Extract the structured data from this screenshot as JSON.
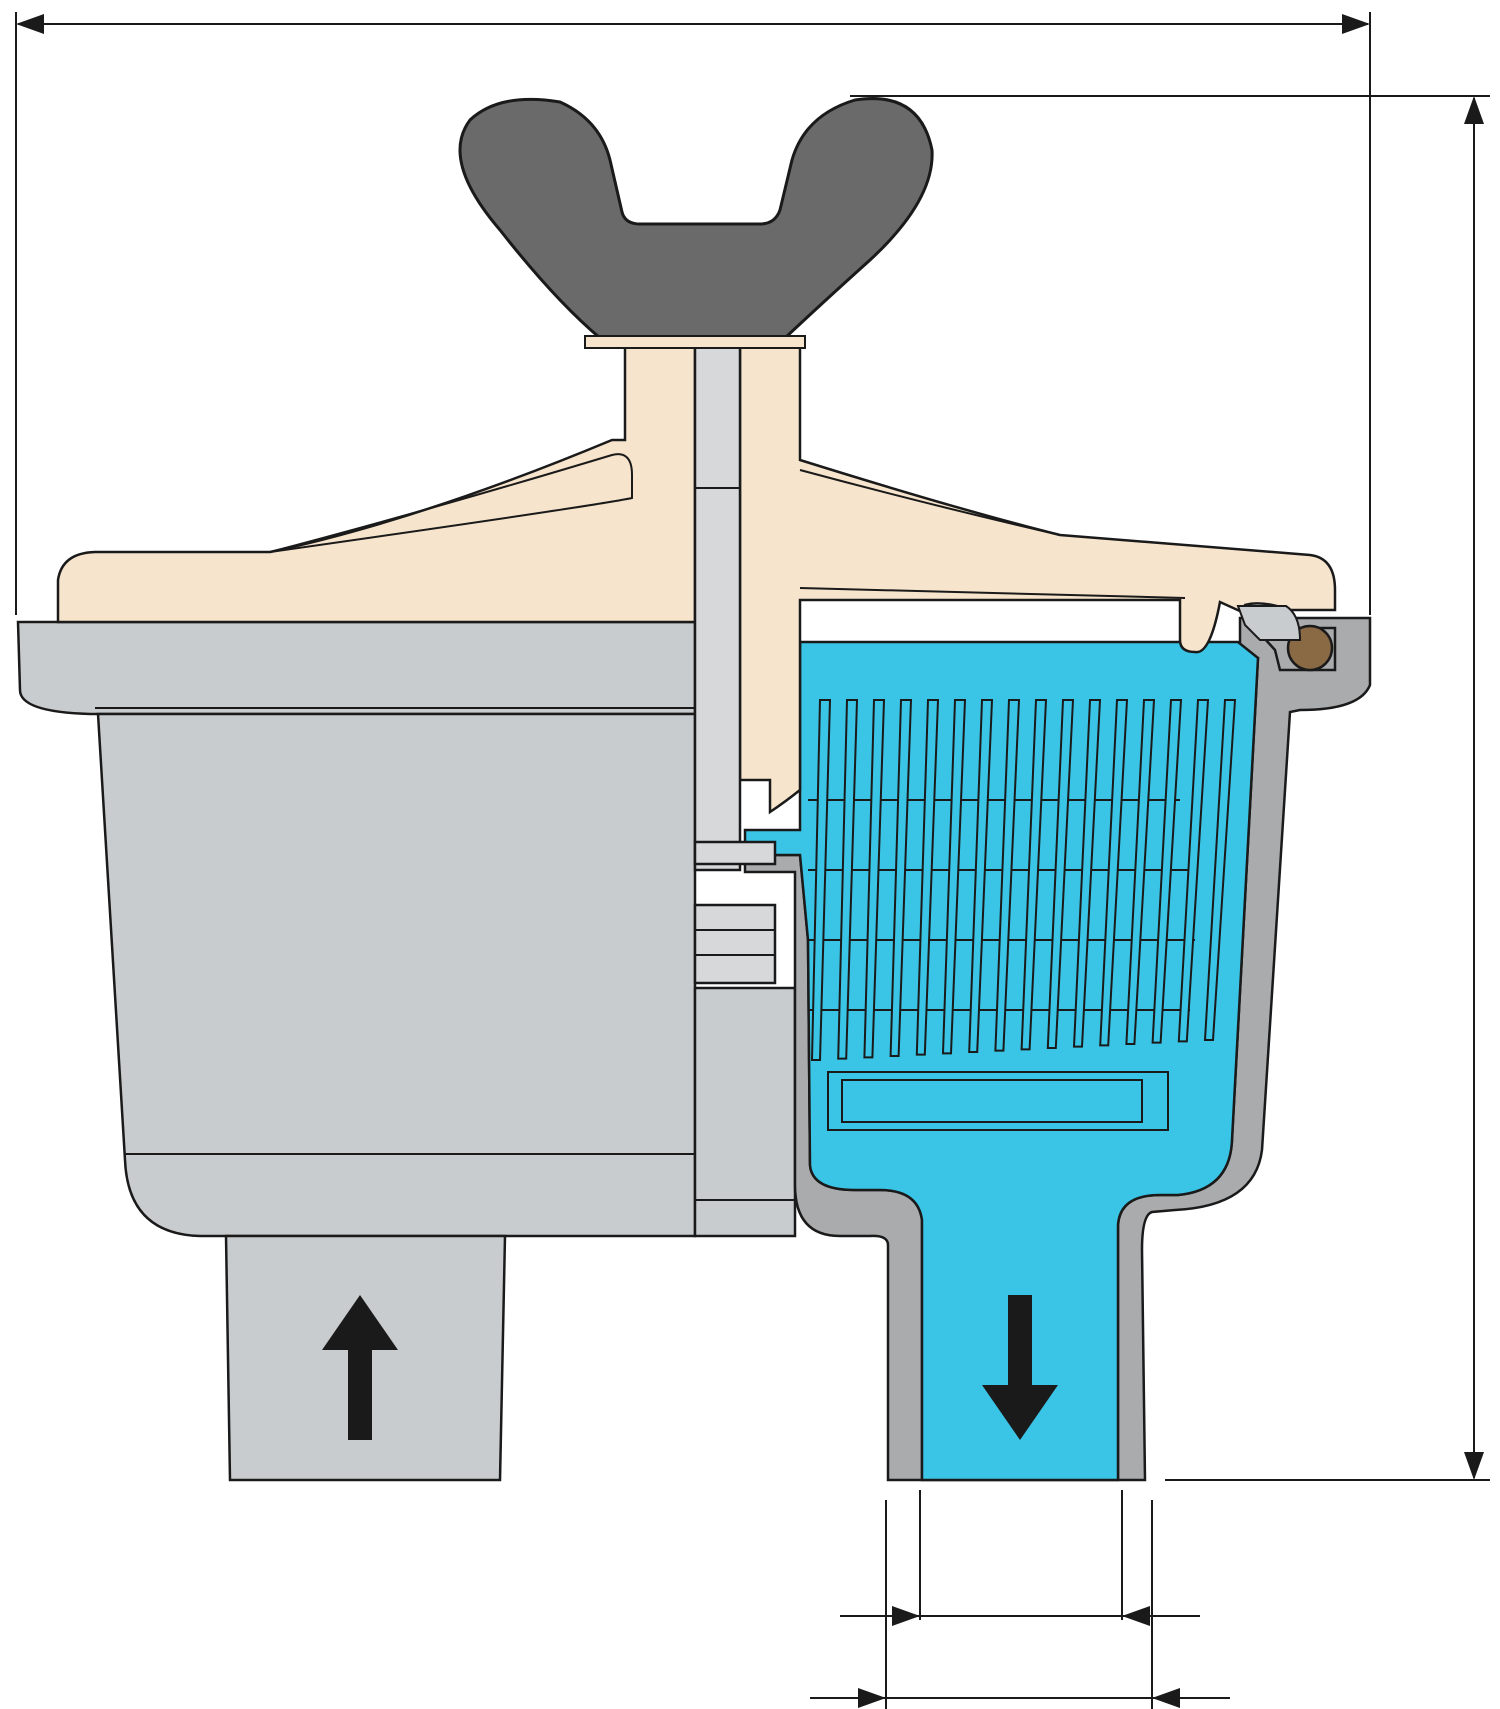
{
  "diagram": {
    "description_free": true,
    "colors": {
      "housing": "#c9ccce",
      "housing_dark": "#a9abad",
      "lid": "#f7e4cc",
      "wingnut": "#6a6a6a",
      "water": "#3ac5e6",
      "seal": "#8a6a45",
      "stroke": "#1a1a1a",
      "arrow": "#1a1a1a"
    },
    "flow": {
      "inlet_direction": "up",
      "outlet_direction": "down"
    },
    "filter_fins": 16,
    "icons": [
      "wing-nut-icon",
      "inlet-arrow-up-icon",
      "outlet-arrow-down-icon",
      "seal-ring-icon"
    ]
  }
}
